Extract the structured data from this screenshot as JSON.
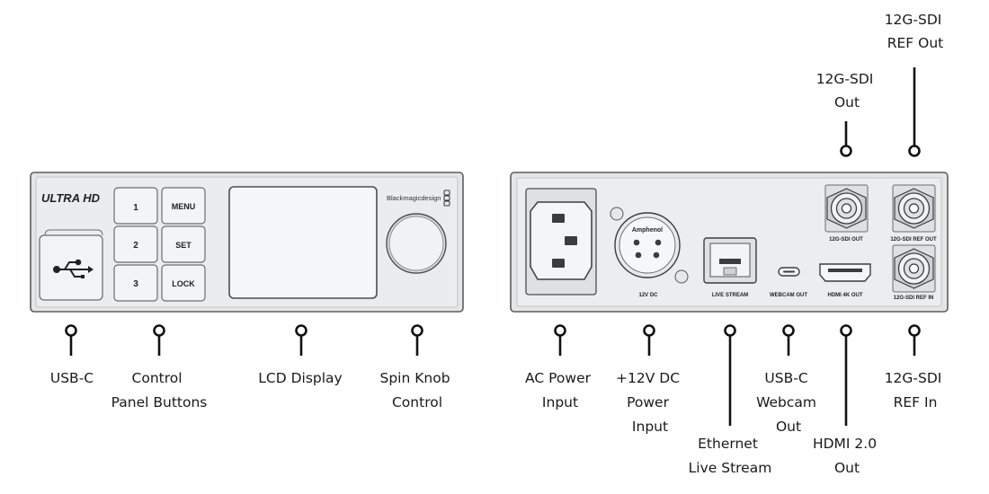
{
  "front_panel": {
    "logo": "ULTRA HD",
    "brand": "Blackmagicdesign",
    "buttons": {
      "b1": "1",
      "b2": "2",
      "b3": "3",
      "menu": "MENU",
      "set": "SET",
      "lock": "LOCK"
    }
  },
  "rear_panel": {
    "connector_brand": "Amphenol",
    "ports": {
      "dc": "12V DC",
      "live_stream": "LIVE STREAM",
      "webcam_out": "WEBCAM OUT",
      "hdmi_out": "HDMI 4K OUT",
      "sdi_out": "12G-SDI OUT",
      "sdi_ref_out": "12G-SDI REF OUT",
      "sdi_ref_in": "12G-SDI REF IN"
    }
  },
  "callouts": {
    "usb_c": [
      "USB-C"
    ],
    "control_buttons": [
      "Control",
      "Panel Buttons"
    ],
    "lcd": [
      "LCD Display"
    ],
    "spin_knob": [
      "Spin Knob",
      "Control"
    ],
    "ac_power": [
      "AC Power",
      "Input"
    ],
    "dc_power": [
      "+12V DC",
      "Power",
      "Input"
    ],
    "ethernet": [
      "Ethernet",
      "Live Stream"
    ],
    "usb_webcam": [
      "USB-C",
      "Webcam",
      "Out"
    ],
    "hdmi": [
      "HDMI 2.0",
      "Out"
    ],
    "sdi_ref_in": [
      "12G-SDI",
      "REF In"
    ],
    "sdi_out": [
      "12G-SDI",
      "Out"
    ],
    "sdi_ref_out": [
      "12G-SDI",
      "REF Out"
    ]
  }
}
